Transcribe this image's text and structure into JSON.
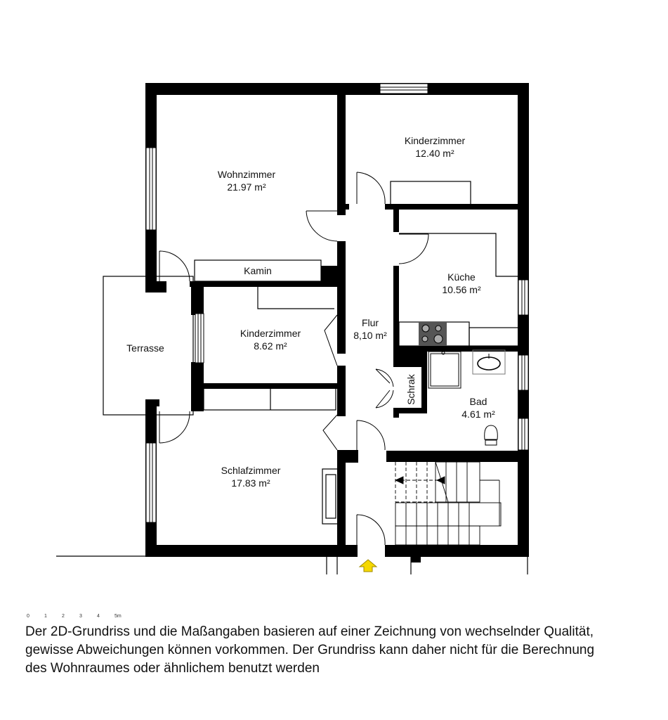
{
  "floorplan": {
    "rooms": [
      {
        "id": "wohnzimmer",
        "name": "Wohnzimmer",
        "area": "21.97 m²"
      },
      {
        "id": "kinderzimmer-1",
        "name": "Kinderzimmer",
        "area": "12.40 m²"
      },
      {
        "id": "kueche",
        "name": "Küche",
        "area": "10.56 m²"
      },
      {
        "id": "kinderzimmer-2",
        "name": "Kinderzimmer",
        "area": "8.62 m²"
      },
      {
        "id": "flur",
        "name": "Flur",
        "area": "8,10 m²"
      },
      {
        "id": "bad",
        "name": "Bad",
        "area": "4.61 m²"
      },
      {
        "id": "schlafzimmer",
        "name": "Schlafzimmer",
        "area": "17.83 m²"
      }
    ],
    "labels": {
      "kamin": "Kamin",
      "terrasse": "Terrasse",
      "schrank": "Schrak"
    },
    "icons": {
      "entrance": "entrance-arrow-icon",
      "stove": "stove-icon",
      "sink": "sink-icon",
      "toilet": "toilet-icon",
      "shower": "shower-icon",
      "stairs": "stairs-icon"
    },
    "colors": {
      "wall": "#000000",
      "entrance_arrow": "#f5d800",
      "stove": "#555555"
    }
  },
  "scale_bar": {
    "ticks": [
      "0",
      "1",
      "2",
      "3",
      "4",
      "5m"
    ]
  },
  "disclaimer": {
    "lines": [
      "Der 2D-Grundriss und die Maßangaben basieren auf einer Zeichnung von wechselnder Qualität,",
      "gewisse Abweichungen können vorkommen. Der Grundriss kann daher nicht für die Berechnung",
      "des Wohnraumes oder ähnlichem benutzt werden"
    ]
  }
}
